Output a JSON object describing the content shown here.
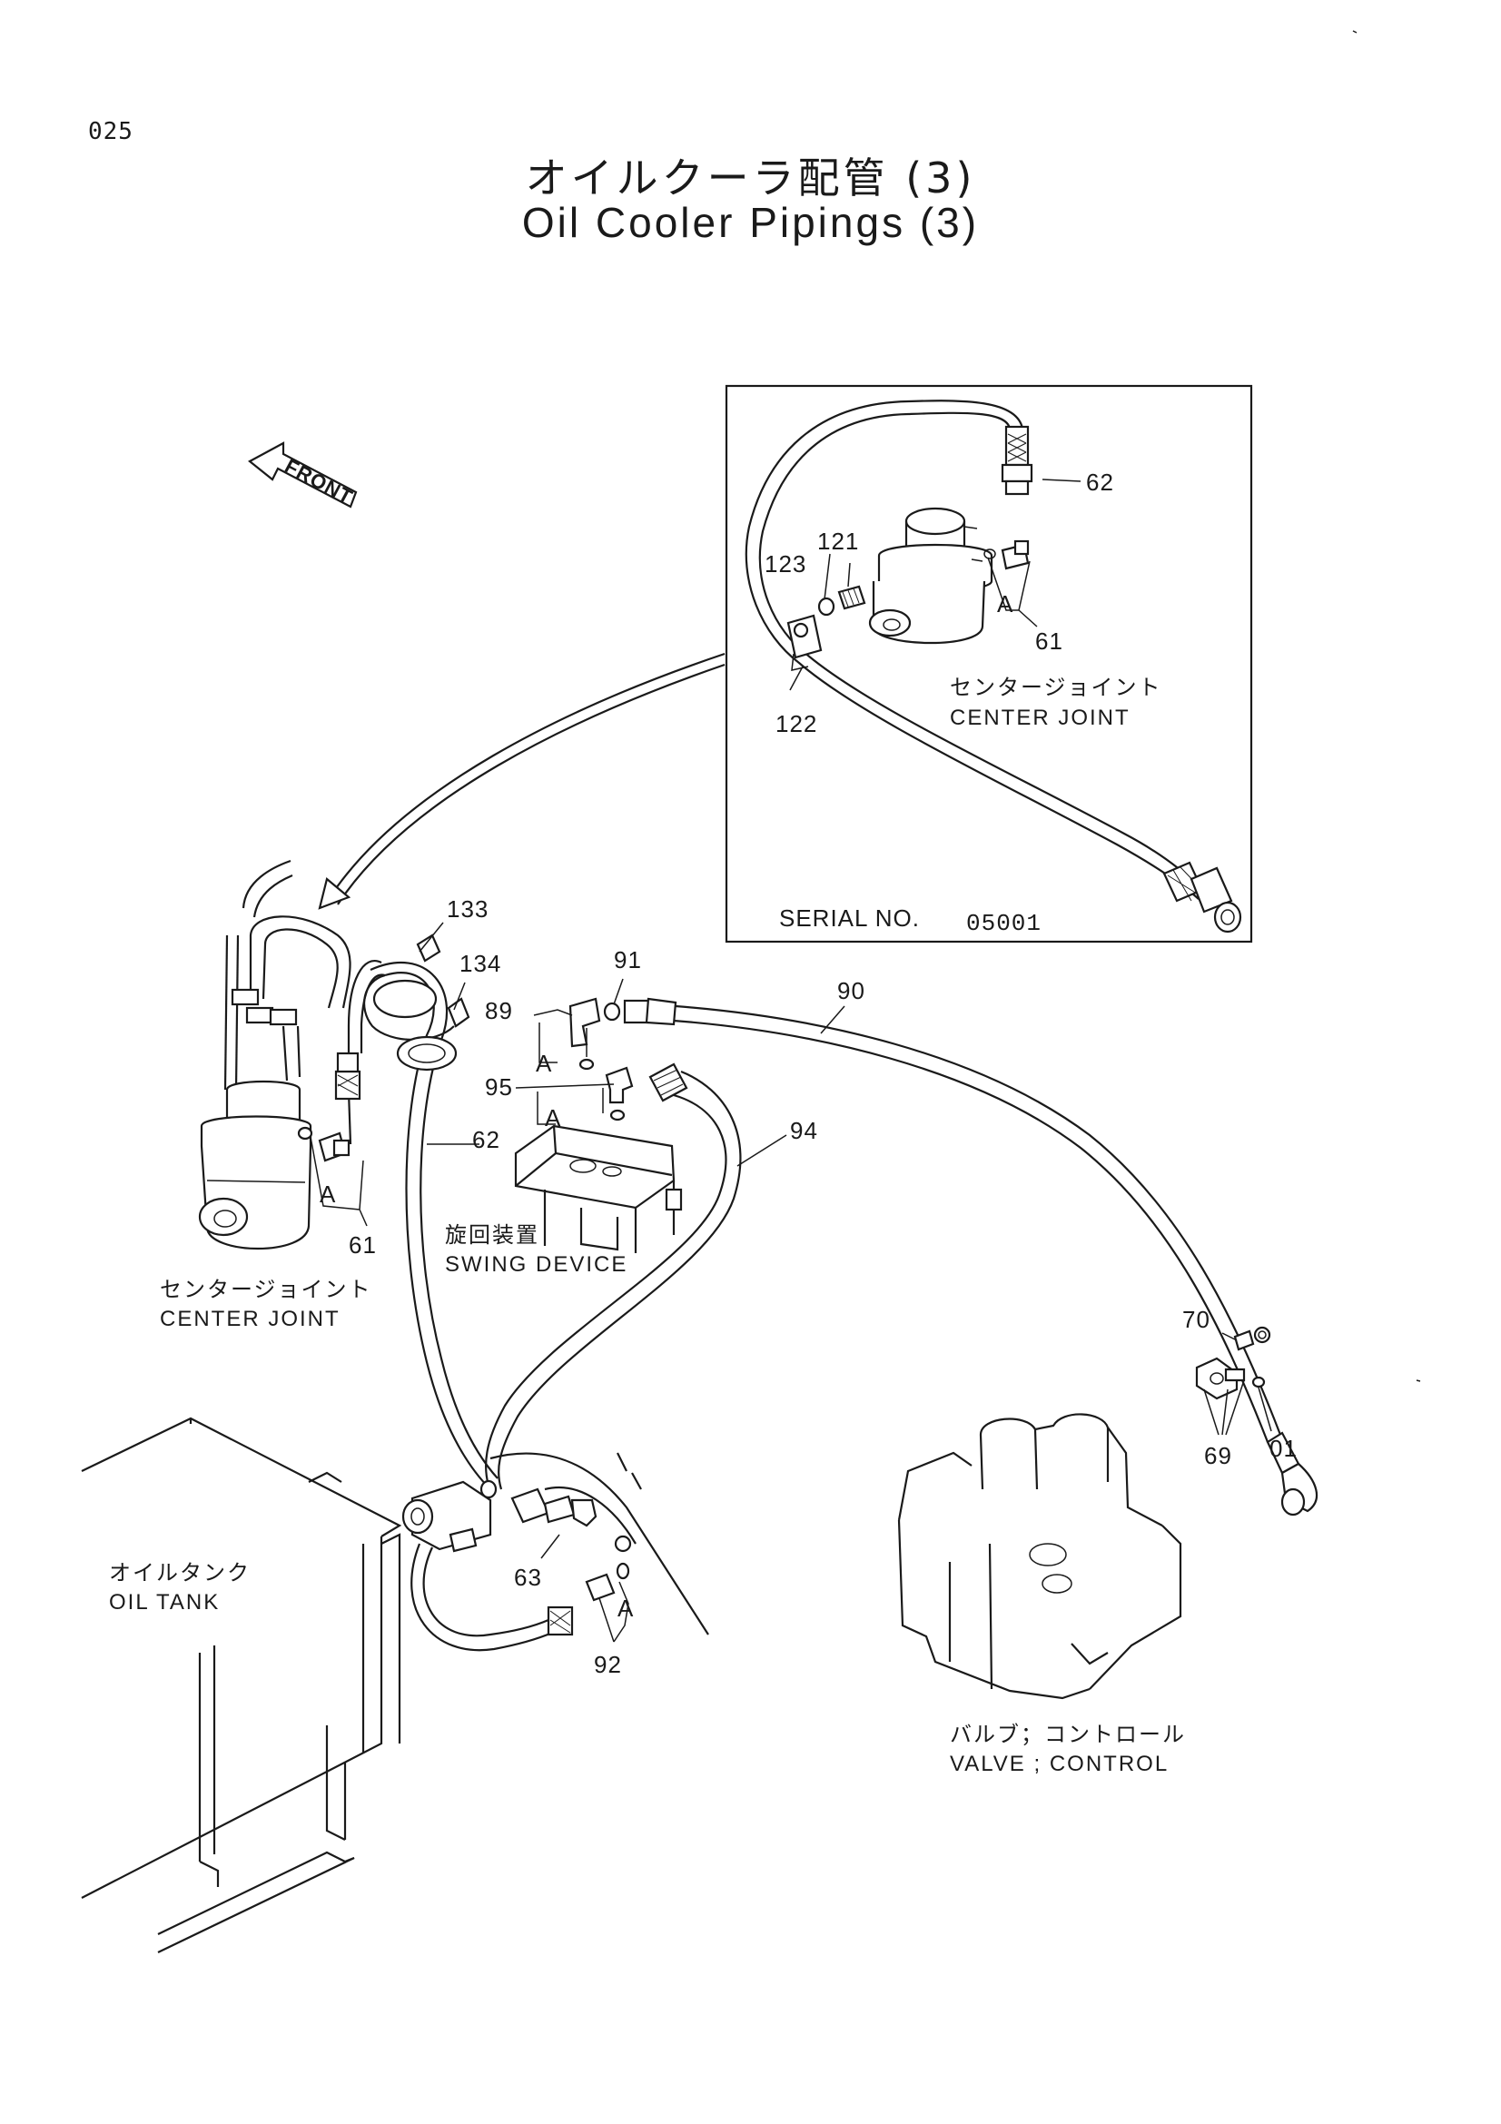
{
  "page": {
    "number": "025",
    "title_jp": "オイルクーラ配管 (3)",
    "title_en": "Oil Cooler Pipings (3)"
  },
  "front_arrow": {
    "label": "FRONT"
  },
  "inset": {
    "serial_label": "SERIAL NO.",
    "serial_value": "05001",
    "center_joint_jp": "センタージョイント",
    "center_joint_en": "CENTER JOINT"
  },
  "components": {
    "center_joint_jp": "センタージョイント",
    "center_joint_en": "CENTER JOINT",
    "swing_device_jp": "旋回装置",
    "swing_device_en": "SWING DEVICE",
    "oil_tank_jp": "オイルタンク",
    "oil_tank_en": "OIL TANK",
    "control_valve_jp": "バルブ；コントロール",
    "control_valve_en": "VALVE ; CONTROL"
  },
  "callouts": {
    "p62_inset": "62",
    "p121": "121",
    "p123": "123",
    "p122": "122",
    "p61_inset": "61",
    "a_inset": "A",
    "p133": "133",
    "p134": "134",
    "p91": "91",
    "p90": "90",
    "p89": "89",
    "a_89": "A",
    "p95": "95",
    "a_95": "A",
    "p94": "94",
    "p62": "62",
    "a_61": "A",
    "p61": "61",
    "p70": "70",
    "p01": "01",
    "p69": "69",
    "p63": "63",
    "p92": "92",
    "a_92": "A"
  },
  "colors": {
    "ink": "#1a1a1a",
    "paper": "#ffffff"
  }
}
